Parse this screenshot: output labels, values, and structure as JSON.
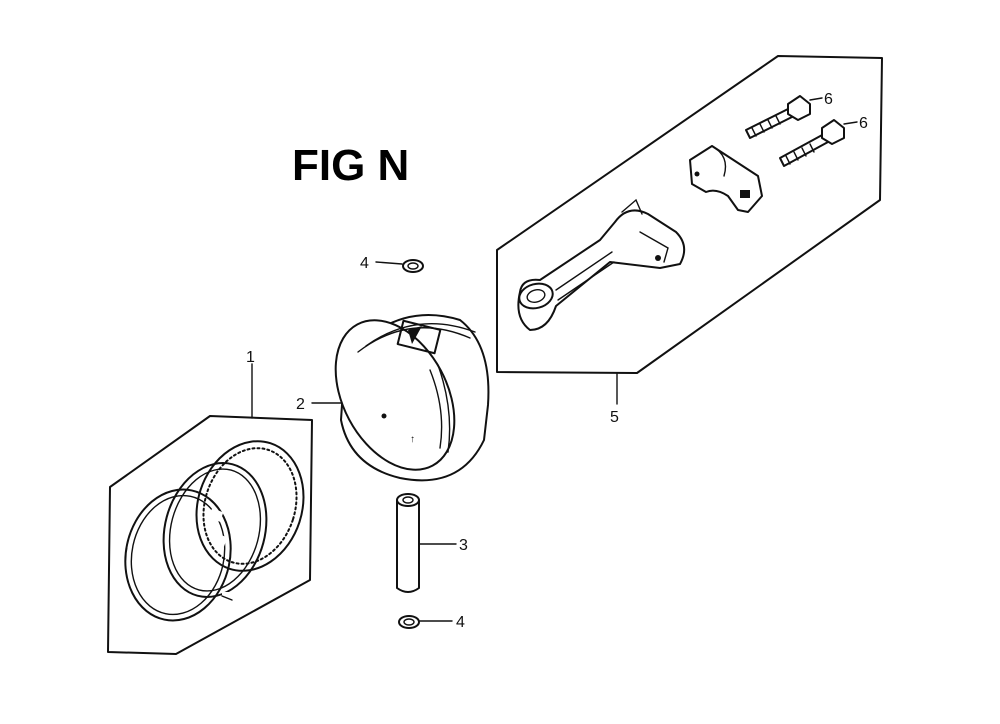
{
  "figure": {
    "title": "FIG N",
    "callouts": {
      "rings": "1",
      "piston": "2",
      "pin": "3",
      "clip_top": "4",
      "clip_bottom": "4",
      "rod": "5",
      "bolt_upper": "6",
      "bolt_lower": "6"
    }
  }
}
